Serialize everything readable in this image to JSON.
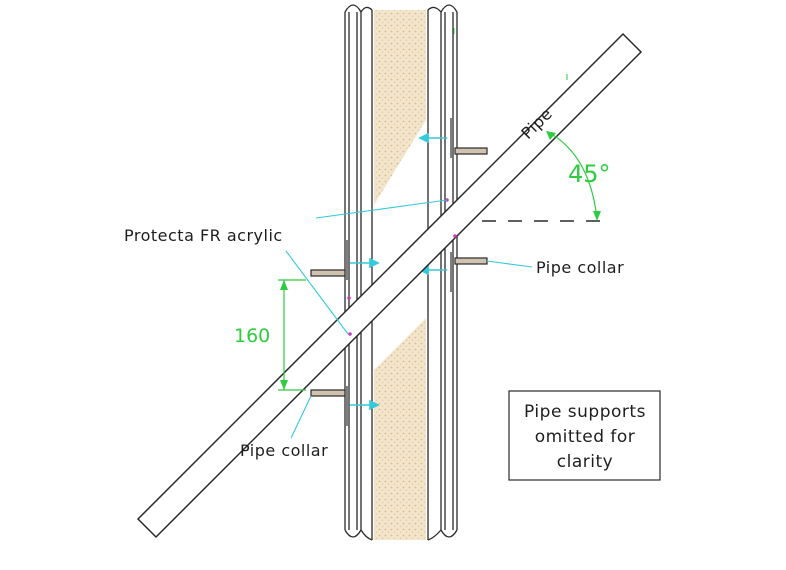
{
  "labels": {
    "pipe": "Pipe",
    "angle": "45°",
    "sealant": "Protecta FR acrylic",
    "collar_right": "Pipe collar",
    "collar_left": "Pipe collar",
    "offset": "160"
  },
  "note": {
    "lines": [
      "Pipe supports",
      "omitted for",
      "clarity"
    ]
  },
  "colors": {
    "line": "#2a2a2a",
    "insulation_fill": "#f2e2c6",
    "insulation_dots": "#d9bf96",
    "dimension": "#2ecc40",
    "leader": "#35c9dc",
    "collar_fill": "#cfc2ae",
    "sealant_marks": "#c040c0"
  }
}
